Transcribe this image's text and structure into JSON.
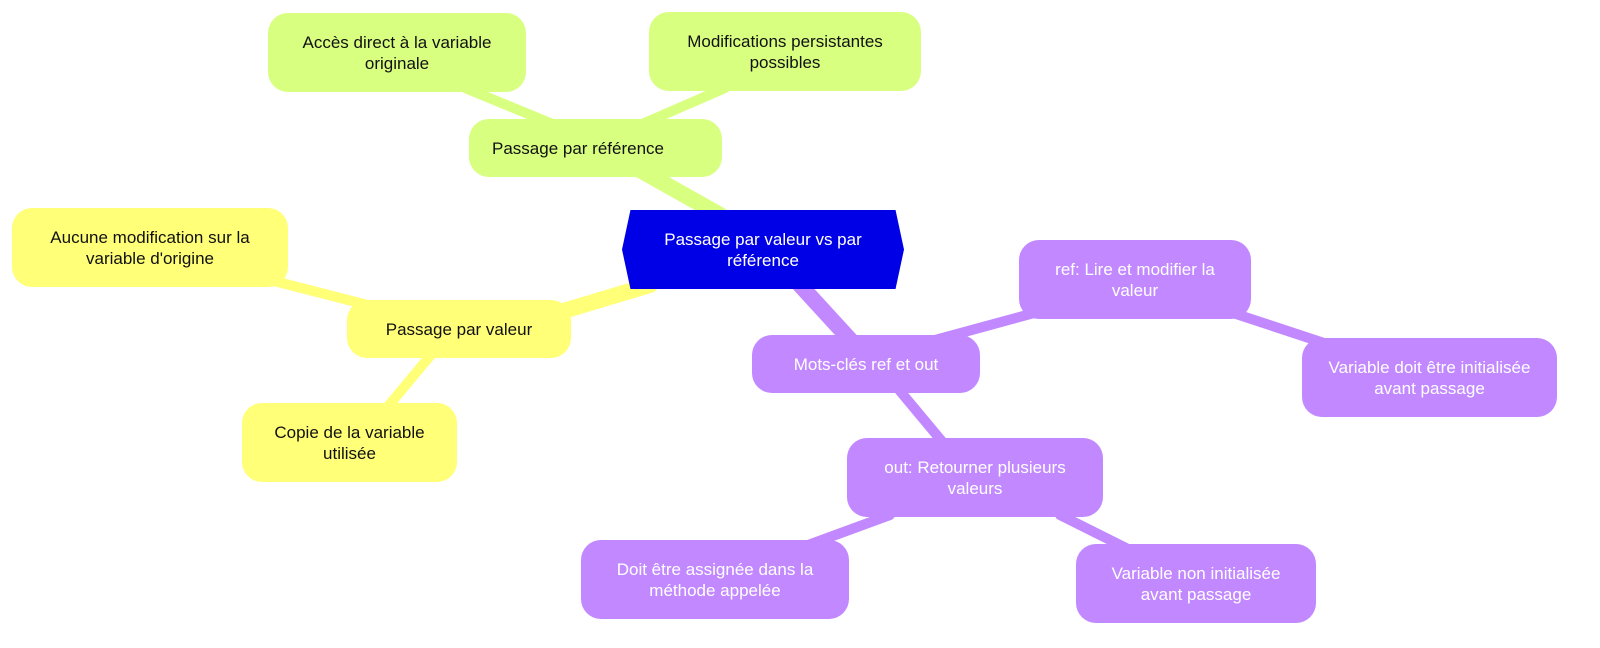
{
  "colors": {
    "root": "#0000e6",
    "green_branch": "#d9ff80",
    "yellow_branch": "#ffff78",
    "purple_branch": "#c288ff"
  },
  "mindmap": {
    "root": {
      "label": "Passage par valeur vs par référence"
    },
    "reference": {
      "label": "Passage par référence",
      "children": [
        {
          "label": "Accès direct à la variable originale"
        },
        {
          "label": "Modifications persistantes possibles"
        }
      ]
    },
    "value": {
      "label": "Passage par valeur",
      "children": [
        {
          "label": "Aucune modification sur la variable d'origine"
        },
        {
          "label": "Copie de la variable utilisée"
        }
      ]
    },
    "keywords": {
      "label": "Mots-clés ref et out",
      "ref": {
        "label": "ref: Lire et modifier la valeur",
        "children": [
          {
            "label": "Variable doit être initialisée avant passage"
          }
        ]
      },
      "out": {
        "label": "out: Retourner plusieurs valeurs",
        "children": [
          {
            "label": "Doit être assignée dans la méthode appelée"
          },
          {
            "label": "Variable non initialisée avant passage"
          }
        ]
      }
    }
  }
}
